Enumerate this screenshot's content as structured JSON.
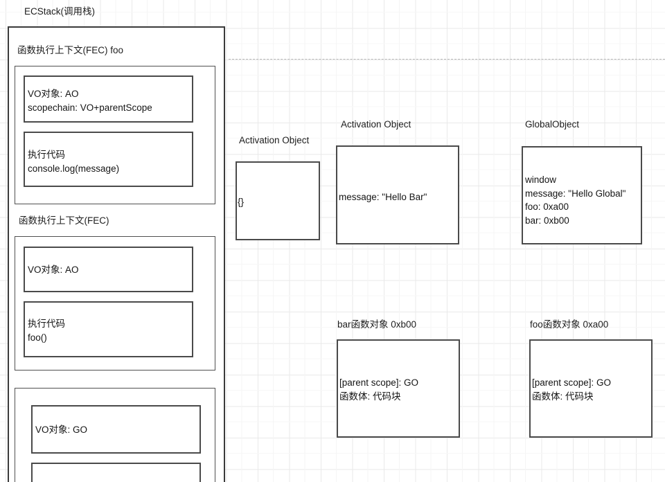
{
  "diagram": {
    "title": "ECStack(调用栈)",
    "ecstack": {
      "label": "ECStack(调用栈)",
      "frames": [
        {
          "label": "函数执行上下文(FEC) foo",
          "vo_box": "VO对象: AO\nscopechain: VO+parentScope",
          "code_box": "执行代码\nconsole.log(message)"
        },
        {
          "label": "函数执行上下文(FEC)",
          "vo_box": "VO对象: AO",
          "code_box": "执行代码\nfoo()"
        },
        {
          "label": "",
          "vo_box": "VO对象: GO",
          "code_box": ""
        }
      ]
    },
    "objects": [
      {
        "caption": "Activation Object",
        "body": "{}"
      },
      {
        "caption": "Activation Object",
        "body": "message: \"Hello Bar\""
      },
      {
        "caption": "GlobalObject",
        "body": "window\nmessage: \"Hello Global\"\nfoo: 0xa00\nbar: 0xb00"
      },
      {
        "caption": "bar函数对象 0xb00",
        "body": "[parent scope]: GO\n函数体: 代码块"
      },
      {
        "caption": "foo函数对象 0xa00",
        "body": "[parent scope]: GO\n函数体: 代码块"
      }
    ]
  }
}
